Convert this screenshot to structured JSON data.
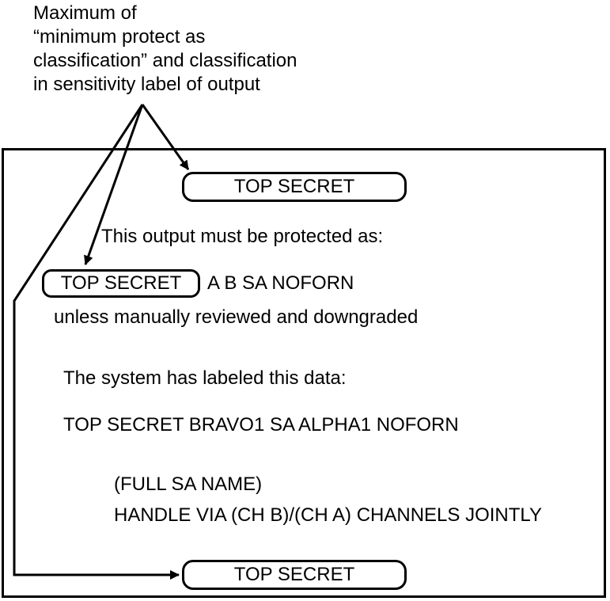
{
  "callout": {
    "lines": [
      "Maximum of",
      "“minimum protect as",
      "classification” and classification",
      "in sensitivity label of output"
    ]
  },
  "banner_top": "TOP SECRET",
  "protect_heading": "This output must be protected as:",
  "protect_classification": "TOP SECRET",
  "protect_categories": "A B SA NOFORN",
  "unless_text": "unless manually reviewed and downgraded",
  "system_heading": "The system has labeled this data:",
  "system_label": "TOP SECRET BRAVO1 SA ALPHA1 NOFORN",
  "handling": {
    "line1": "(FULL SA NAME)",
    "line2": "HANDLE VIA (CH B)/(CH A) CHANNELS JOINTLY"
  },
  "banner_bottom": "TOP SECRET"
}
